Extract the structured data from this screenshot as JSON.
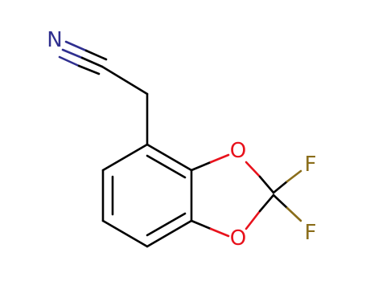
{
  "molecule": {
    "atoms": {
      "N": {
        "symbol": "N",
        "color": "#2f2f8f"
      },
      "O1": {
        "symbol": "O",
        "color": "#e8121c"
      },
      "O2": {
        "symbol": "O",
        "color": "#e8121c"
      },
      "F1": {
        "symbol": "F",
        "color": "#8a6d1a"
      },
      "F2": {
        "symbol": "F",
        "color": "#8a6d1a"
      }
    },
    "colors": {
      "carbon_bond": "#000000",
      "nitrogen": "#2f2f8f",
      "oxygen": "#e8121c",
      "fluorine": "#8a6d1a"
    }
  }
}
